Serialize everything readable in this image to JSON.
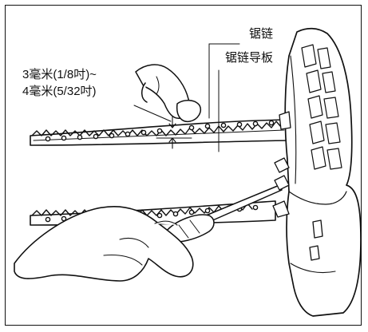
{
  "labels": {
    "chain": "锯链",
    "guide_bar": "锯链导板",
    "gap_line1": "3毫米(1/8吋)~",
    "gap_line2": "4毫米(5/32吋)"
  },
  "colors": {
    "ink": "#111111",
    "background": "#ffffff"
  }
}
